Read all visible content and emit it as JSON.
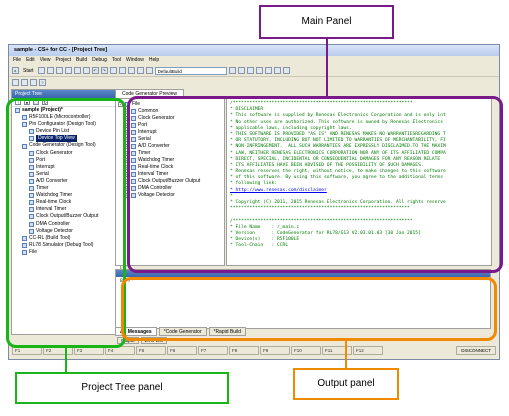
{
  "window": {
    "title": "sample - CS+ for CC - [Project Tree]",
    "menu": [
      "File",
      "Edit",
      "View",
      "Project",
      "Build",
      "Debug",
      "Tool",
      "Window",
      "Help"
    ],
    "start_label": "Start",
    "build_config": "DefaultBuild"
  },
  "project_tree": {
    "caption": "Project Tree",
    "items": [
      {
        "label": "sample (Project)*",
        "bold": true,
        "selected": false,
        "indent": 0
      },
      {
        "label": "R5F100LE (Microcontroller)",
        "bold": false,
        "selected": false,
        "indent": 1
      },
      {
        "label": "Pin Configurator (Design Tool)",
        "bold": false,
        "selected": false,
        "indent": 1
      },
      {
        "label": "Device Pin List",
        "bold": false,
        "selected": false,
        "indent": 2
      },
      {
        "label": "Device Top View",
        "bold": false,
        "selected": true,
        "indent": 2
      },
      {
        "label": "Code Generator (Design Tool)",
        "bold": false,
        "selected": false,
        "indent": 1
      },
      {
        "label": "Clock Generator",
        "bold": false,
        "selected": false,
        "indent": 2
      },
      {
        "label": "Port",
        "bold": false,
        "selected": false,
        "indent": 2
      },
      {
        "label": "Interrupt",
        "bold": false,
        "selected": false,
        "indent": 2
      },
      {
        "label": "Serial",
        "bold": false,
        "selected": false,
        "indent": 2
      },
      {
        "label": "A/D Converter",
        "bold": false,
        "selected": false,
        "indent": 2
      },
      {
        "label": "Timer",
        "bold": false,
        "selected": false,
        "indent": 2
      },
      {
        "label": "Watchdog Timer",
        "bold": false,
        "selected": false,
        "indent": 2
      },
      {
        "label": "Real-time Clock",
        "bold": false,
        "selected": false,
        "indent": 2
      },
      {
        "label": "Interval Timer",
        "bold": false,
        "selected": false,
        "indent": 2
      },
      {
        "label": "Clock Output/Buzzer Output",
        "bold": false,
        "selected": false,
        "indent": 2
      },
      {
        "label": "DMA Controller",
        "bold": false,
        "selected": false,
        "indent": 2
      },
      {
        "label": "Voltage Detector",
        "bold": false,
        "selected": false,
        "indent": 2
      },
      {
        "label": "CC-RL (Build Tool)",
        "bold": false,
        "selected": false,
        "indent": 1
      },
      {
        "label": "RL78 Simulator (Debug Tool)",
        "bold": false,
        "selected": false,
        "indent": 1
      },
      {
        "label": "File",
        "bold": false,
        "selected": false,
        "indent": 1
      }
    ]
  },
  "editor": {
    "tab_label": "Code Generator Preview",
    "nav_items": [
      "File",
      "Common",
      "Clock Generator",
      "Port",
      "Interrupt",
      "Serial",
      "A/D Converter",
      "Timer",
      "Watchdog Timer",
      "Real-time Clock",
      "Interval Timer",
      "Clock Output/Buzzer Output",
      "DMA Controller",
      "Voltage Detector"
    ],
    "code_lines": [
      {
        "text": "/*****************************************************************",
        "type": "normal"
      },
      {
        "text": "* DISCLAIMER",
        "type": "normal"
      },
      {
        "text": "* This software is supplied by Renesas Electronics Corporation and is only int",
        "type": "normal"
      },
      {
        "text": "* No other uses are authorized. This software is owned by Renesas Electronics",
        "type": "normal"
      },
      {
        "text": "* applicable laws, including copyright laws.",
        "type": "normal"
      },
      {
        "text": "* THIS SOFTWARE IS PROVIDED \"AS IS\" AND RENESAS MAKES NO WARRANTIESREGARDING T",
        "type": "normal"
      },
      {
        "text": "* OR STATUTORY, INCLUDING BUT NOT LIMITED TO WARRANTIES OF MERCHANTABILITY, FI",
        "type": "normal"
      },
      {
        "text": "* NON-INFRINGEMENT.  ALL SUCH WARRANTIES ARE EXPRESSLY DISCLAIMED.TO THE MAXIM",
        "type": "normal"
      },
      {
        "text": "* LAW, NEITHER RENESAS ELECTRONICS CORPORATION NOR ANY OF ITS AFFILIATED COMPA",
        "type": "normal"
      },
      {
        "text": "* DIRECT, SPECIAL, INCIDENTAL OR CONSEQUENTIAL DAMAGES FOR ANY REASON RELATE",
        "type": "normal"
      },
      {
        "text": "* ITS AFFILIATES HAVE BEEN ADVISED OF THE POSSIBILITY OF SUCH DAMAGES.",
        "type": "normal"
      },
      {
        "text": "* Renesas reserves the right, without notice, to make changes to this software",
        "type": "normal"
      },
      {
        "text": "* of this software. By using this software, you agree to the additional terms",
        "type": "normal"
      },
      {
        "text": "* following link:",
        "type": "normal"
      },
      {
        "text": "* http://www.renesas.com/disclaimer",
        "type": "link"
      },
      {
        "text": "*",
        "type": "normal"
      },
      {
        "text": "* Copyright (C) 2011, 2015 Renesas Electronics Corporation. All rights reserve",
        "type": "normal"
      },
      {
        "text": "*****************************************************************",
        "type": "normal"
      },
      {
        "text": " ",
        "type": "blank"
      },
      {
        "text": "/*****************************************************************",
        "type": "normal"
      },
      {
        "text": "* File Name    : r_main.c",
        "type": "normal"
      },
      {
        "text": "* Version      : CodeGenerator for RL78/G13 V2.03.01.03 [30 Jan 2015]",
        "type": "normal"
      },
      {
        "text": "* Device(s)    : R5F100LE",
        "type": "normal"
      },
      {
        "text": "* Tool-Chain   : CCRL",
        "type": "normal"
      }
    ]
  },
  "output": {
    "first_line": "B0P/",
    "tabs": [
      "All Messages",
      "*Code Generator",
      "*Rapid Build"
    ],
    "subtabs": [
      "Output",
      "Error List"
    ]
  },
  "fkeys": [
    "F1",
    "F2",
    "F3",
    "F4",
    "F5",
    "F6",
    "F7",
    "F8",
    "F9",
    "F10",
    "F11",
    "F12"
  ],
  "disconnect_label": "DISCONNECT",
  "callouts": {
    "main_panel": "Main Panel",
    "project_tree_panel": "Project Tree panel",
    "output_panel": "Output panel"
  },
  "colors": {
    "project_tree_highlight": "#18b418",
    "main_panel_highlight": "#7a1a8a",
    "output_panel_highlight": "#f08a00"
  }
}
